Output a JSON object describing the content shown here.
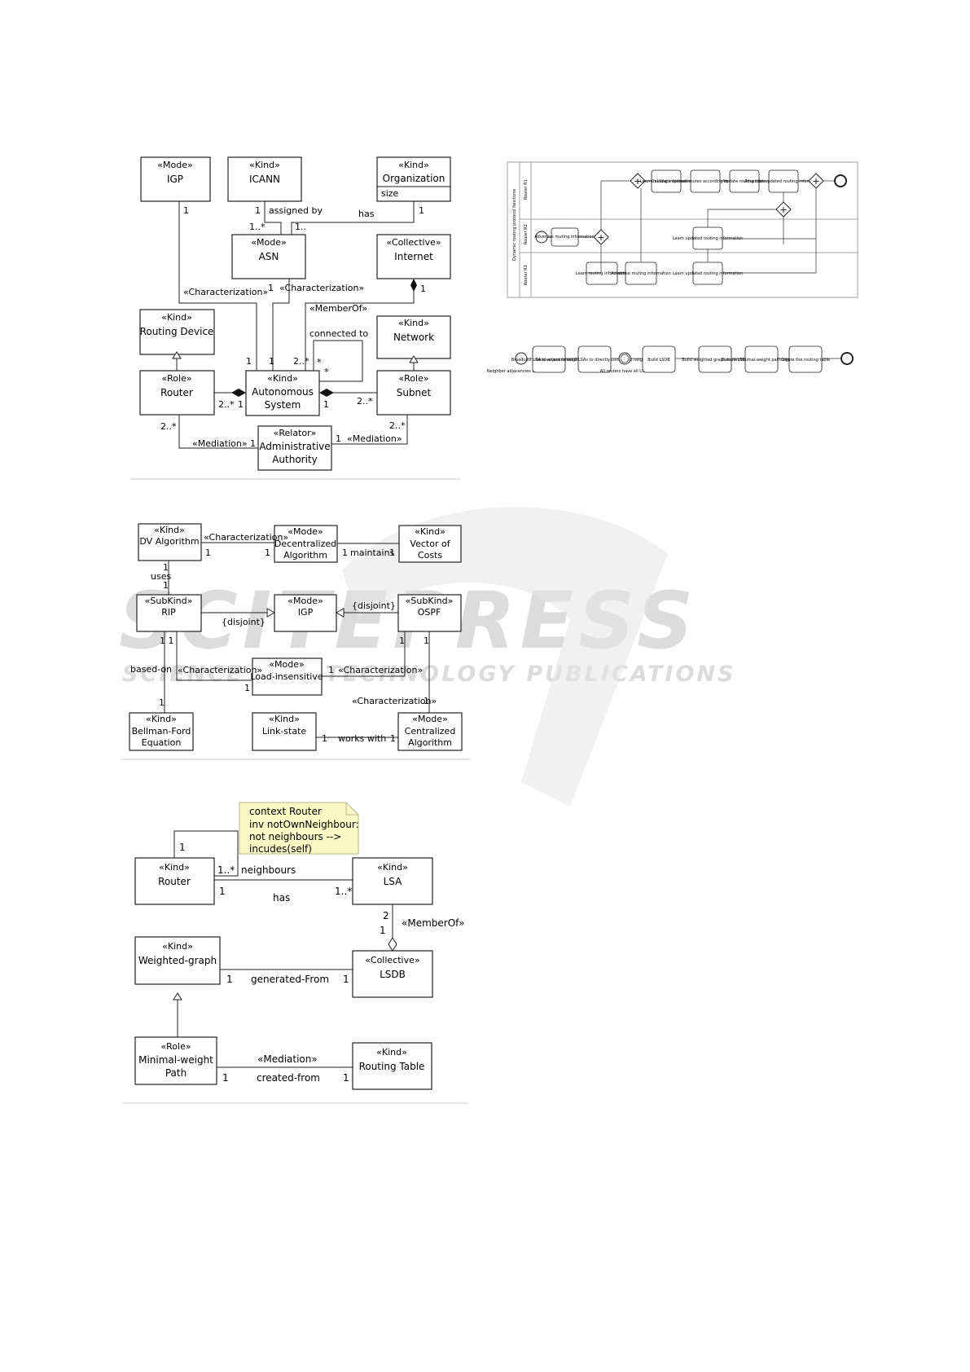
{
  "watermark": {
    "main": "SCITEPRESS",
    "sub": "SCIENCE AND TECHNOLOGY PUBLICATIONS"
  },
  "fig1": {
    "igp": {
      "stereo": "«Mode»",
      "name": "IGP"
    },
    "icann": {
      "stereo": "«Kind»",
      "name": "ICANN"
    },
    "organization": {
      "stereo": "«Kind»",
      "name": "Organization",
      "attr": "size"
    },
    "asn": {
      "stereo": "«Mode»",
      "name": "ASN"
    },
    "internet": {
      "stereo": "«Collective»",
      "name": "Internet"
    },
    "routing_device": {
      "stereo": "«Kind»",
      "name": "Routing Device"
    },
    "network": {
      "stereo": "«Kind»",
      "name": "Network"
    },
    "router": {
      "stereo": "«Role»",
      "name": "Router"
    },
    "as": {
      "stereo": "«Kind»",
      "name1": "Autonomous",
      "name2": "System"
    },
    "subnet": {
      "stereo": "«Role»",
      "name": "Subnet"
    },
    "admin": {
      "stereo": "«Relator»",
      "name1": "Administrative",
      "name2": "Authority"
    },
    "labels": {
      "igp_1": "1",
      "icann_1": "1",
      "assigned_by": "assigned by",
      "asn_mult": "1..*",
      "asn_mult2": "1..",
      "has": "has",
      "org_1": "1",
      "char1": "«Characterization»",
      "char2": "«Characterization»",
      "asn_1": "1",
      "internet_1": "1",
      "member_of": "«MemberOf»",
      "connected_to": "connected to",
      "star1": "*",
      "star2": "*",
      "as_1a": "1",
      "as_1b": "1",
      "as_2star": "2..*",
      "router_2star": "2..*",
      "router_1": "1",
      "as_1c": "1",
      "subnet_2star": "2..*",
      "router_2star_b": "2..*",
      "mediation1": "«Mediation»",
      "admin_1a": "1",
      "admin_1b": "1",
      "mediation2": "«Mediation»",
      "subnet_2star_b": "2..*"
    }
  },
  "fig2": {
    "dv": {
      "stereo": "«Kind»",
      "name": "DV Algorithm"
    },
    "decent": {
      "stereo": "«Mode»",
      "name1": "Decentralized",
      "name2": "Algorithm"
    },
    "vector": {
      "stereo": "«Kind»",
      "name1": "Vector of",
      "name2": "Costs"
    },
    "rip": {
      "stereo": "«SubKind»",
      "name": "RIP"
    },
    "igp": {
      "stereo": "«Mode»",
      "name": "IGP"
    },
    "ospf": {
      "stereo": "«SubKind»",
      "name": "OSPF"
    },
    "load": {
      "stereo": "«Mode»",
      "name": "Load-insensitive"
    },
    "bellman": {
      "stereo": "«Kind»",
      "name1": "Bellman-Ford",
      "name2": "Equation"
    },
    "linkstate": {
      "stereo": "«Kind»",
      "name": "Link-state"
    },
    "central": {
      "stereo": "«Mode»",
      "name1": "Centralized",
      "name2": "Algorithm"
    },
    "labels": {
      "char_top": "«Characterization»",
      "dv_1": "1",
      "dec_1": "1",
      "maint_1a": "1",
      "maintains": "maintains",
      "maint_1b": "1",
      "uses_1a": "1",
      "uses": "uses",
      "uses_1b": "1",
      "disjoint1": "{disjoint}",
      "disjoint2": "{disjoint}",
      "rip_11": "1  1",
      "based_on": "based-on",
      "char_rip": "«Characterization»",
      "load_1": "1",
      "load_1b": "1",
      "char_ospf": "«Characterization»",
      "ospf_1a": "1",
      "ospf_1b": "1",
      "bf_1": "1",
      "char_central": "«Characterization»",
      "central_1": "1",
      "works_1a": "1",
      "works_with": "works with",
      "works_1b": "1"
    }
  },
  "fig3": {
    "note": [
      "context Router",
      "inv notOwnNeighbour:",
      "not neighbours -->",
      " incudes(self)"
    ],
    "router": {
      "stereo": "«Kind»",
      "name": "Router"
    },
    "lsa": {
      "stereo": "«Kind»",
      "name": "LSA"
    },
    "wgraph": {
      "stereo": "«Kind»",
      "name": "Weighted-graph"
    },
    "lsdb": {
      "stereo": "«Collective»",
      "name": "LSDB"
    },
    "minpath": {
      "stereo": "«Role»",
      "name1": "Minimal-weight",
      "name2": "Path"
    },
    "rtable": {
      "stereo": "«Kind»",
      "name": "Routing Table"
    },
    "labels": {
      "self_1": "1",
      "self_mult": "1..*",
      "neighbours": "neighbours",
      "router_1": "1",
      "has": "has",
      "lsa_mult": "1..*",
      "lsa_2": "2",
      "lsdb_1": "1",
      "member_of": "«MemberOf»",
      "wg_1": "1",
      "generated_from": "generated-From",
      "lsdb_1b": "1",
      "mp_1": "1",
      "mediation": "«Mediation»",
      "created_from": "created-from",
      "rt_1": "1"
    }
  },
  "fig4": {
    "pool_label": "Dynamic routing protocol functions",
    "lanes": [
      "Router R1",
      "Router R2",
      "Router R3"
    ],
    "tasks": {
      "r1_learn": "Learn routing information",
      "r1_calc": "Calculate optimal routes according to a given metric",
      "r1_update": "Update routing table",
      "r1_adv": "Advertise updated routing information",
      "r2_adv": "Advertise routing information",
      "r2_learn": "Learn updated routing information",
      "r3_learn": "Learn routing information",
      "r3_adv": "Advertise routing information",
      "r3_learn2": "Learn updated routing information"
    }
  },
  "fig5": {
    "start": "Neighbor adjacencies established",
    "event": "All routers have all LSAs",
    "tasks": [
      "Broadcast LSA to adjacent neighbors",
      "Receive and forward LSAs to directly connected neighbors",
      "Build LSDB",
      "Build weighted graph from LSDB",
      "Execute minimal-weight path algorithm",
      "Create the routing table"
    ]
  }
}
